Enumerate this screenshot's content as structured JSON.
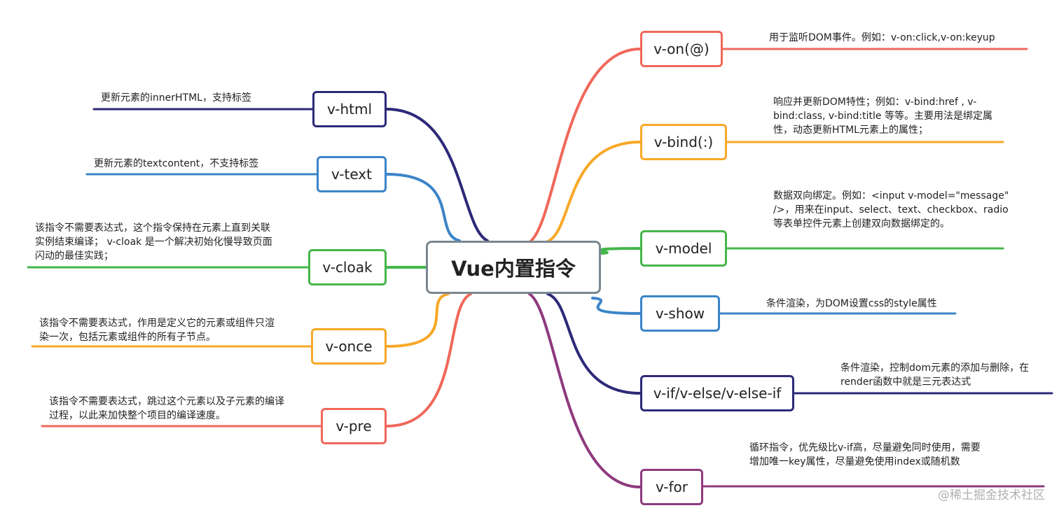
{
  "center": {
    "label": "Vue内置指令",
    "border_color": "#7a8790"
  },
  "right_nodes": [
    {
      "label": "v-on(@)",
      "color": "#f0685a",
      "desc": "用于监听DOM事件。例如：v-on:click,v-on:keyup"
    },
    {
      "label": "v-bind(:)",
      "color": "#f8a827",
      "desc": "响应并更新DOM特性；例如：v-bind:href , v-bind:class,  v-bind:title  等等。主要用法是绑定属性，动态更新HTML元素上的属性；"
    },
    {
      "label": "v-model",
      "color": "#44b64a",
      "desc": "数据双向绑定。例如：<input v-model=\"message\" />，用来在input、select、text、checkbox、radio等表单控件元素上创建双向数据绑定的。"
    },
    {
      "label": "v-show",
      "color": "#3b84c8",
      "desc": "条件渲染，为DOM设置css的style属性"
    },
    {
      "label": "v-if/v-else/v-else-if",
      "color": "#2d2a79",
      "desc": "条件渲染，控制dom元素的添加与删除，在render函数中就是三元表达式"
    },
    {
      "label": "v-for",
      "color": "#8e3a7e",
      "desc": "循环指令，优先级比v-if高，尽量避免同时使用，需要增加唯一key属性，尽量避免使用index或随机数"
    }
  ],
  "left_nodes": [
    {
      "label": "v-html",
      "color": "#2d2a79",
      "desc": "更新元素的innerHTML，支持标签"
    },
    {
      "label": "v-text",
      "color": "#3b84c8",
      "desc": "更新元素的textcontent，不支持标签"
    },
    {
      "label": "v-cloak",
      "color": "#44b64a",
      "desc": "该指令不需要表达式，这个指令保持在元素上直到关联实例结束编译；  v-cloak 是一个解决初始化慢导致页面闪动的最佳实践；"
    },
    {
      "label": "v-once",
      "color": "#f8a827",
      "desc": "该指令不需要表达式，作用是定义它的元素或组件只渲染一次，包括元素或组件的所有子节点。"
    },
    {
      "label": "v-pre",
      "color": "#f0685a",
      "desc": "该指令不需要表达式，跳过这个元素以及子元素的编译过程，以此来加快整个项目的编译速度。"
    }
  ],
  "watermark": "@稀土掘金技术社区"
}
